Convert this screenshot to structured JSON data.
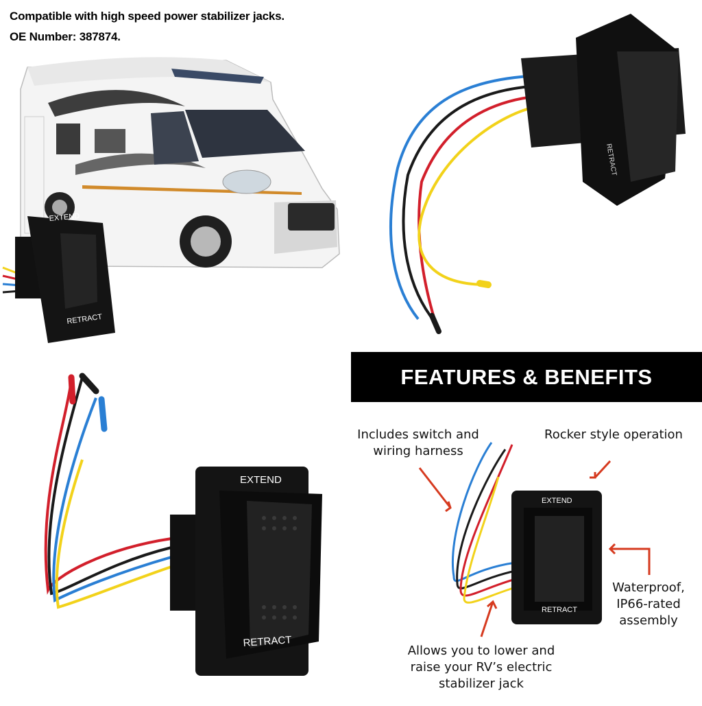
{
  "header": {
    "line1": "Compatible with  high speed power stabilizer jacks.",
    "line2": "OE Number: 387874."
  },
  "switch_labels": {
    "top": "EXTEND",
    "bottom": "RETRACT"
  },
  "features": {
    "title": "FEATURES & BENEFITS",
    "callouts": [
      "Includes switch and wiring harness",
      "Rocker style operation",
      "Waterproof, IP66-rated assembly",
      "Allows you to lower and raise your RV’s electric stabilizer jack"
    ]
  },
  "colors": {
    "arrow": "#d63a1f",
    "wire_red": "#d21f2b",
    "wire_yellow": "#f2d21a",
    "wire_blue": "#2a7fd4",
    "wire_black": "#1a1a1a"
  }
}
